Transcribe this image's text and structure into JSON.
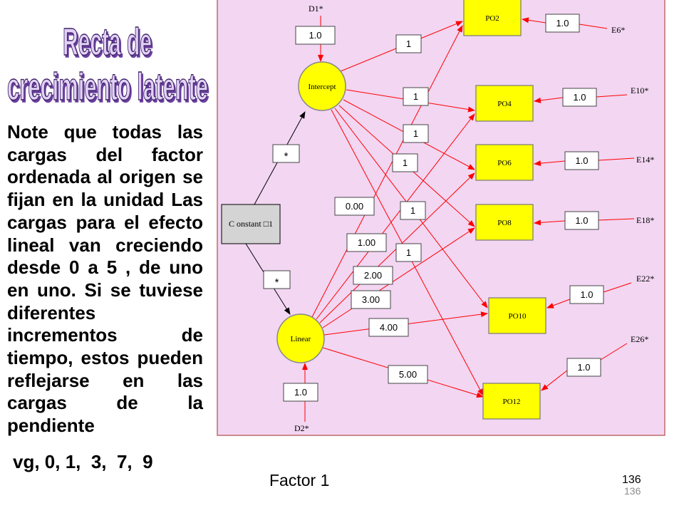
{
  "slide": {
    "title_line1": "Recta de",
    "title_line2": "crecimiento latente",
    "note": "Note que todas las cargas del factor ordenada al origen se fijan en la unidad Las cargas para el efecto lineal van creciendo desde 0 a 5 , de uno en uno. Si se tuviese diferentes incrementos de tiempo, estos pueden reflejarse en las cargas de la pendiente",
    "alt_loadings": "vg, 0, 1,  3,  7,  9",
    "footer_label": "Factor 1",
    "page_number": "136",
    "page_number_footer": "136"
  },
  "diagram": {
    "colors": {
      "panel_background": "#F2D6F2",
      "panel_border": "#C06C6C",
      "path_red": "#FF0000",
      "node_yellow": "#FFFF00",
      "constant_gray": "#D4D4D4"
    },
    "disturbances": {
      "d1": "D1*",
      "d2": "D2*"
    },
    "disturbance_weights": {
      "d1": "1.0",
      "d2": "1.0"
    },
    "factors": {
      "intercept": "Intercept",
      "linear": "Linear",
      "constant": "C onstant □1"
    },
    "constant_paths": [
      "*",
      "*"
    ],
    "observed": [
      "PO2",
      "PO4",
      "PO6",
      "PO8",
      "PO10",
      "PO12"
    ],
    "errors": [
      "E6*",
      "E10*",
      "E14*",
      "E18*",
      "E22*",
      "E26*"
    ],
    "error_weights": [
      "1.0",
      "1.0",
      "1.0",
      "1.0",
      "1.0",
      "1.0"
    ],
    "intercept_loadings": [
      "1",
      "1",
      "1",
      "1",
      "1",
      "1"
    ],
    "linear_loadings": [
      "0.00",
      "1.00",
      "2.00",
      "3.00",
      "4.00",
      "5.00"
    ]
  }
}
